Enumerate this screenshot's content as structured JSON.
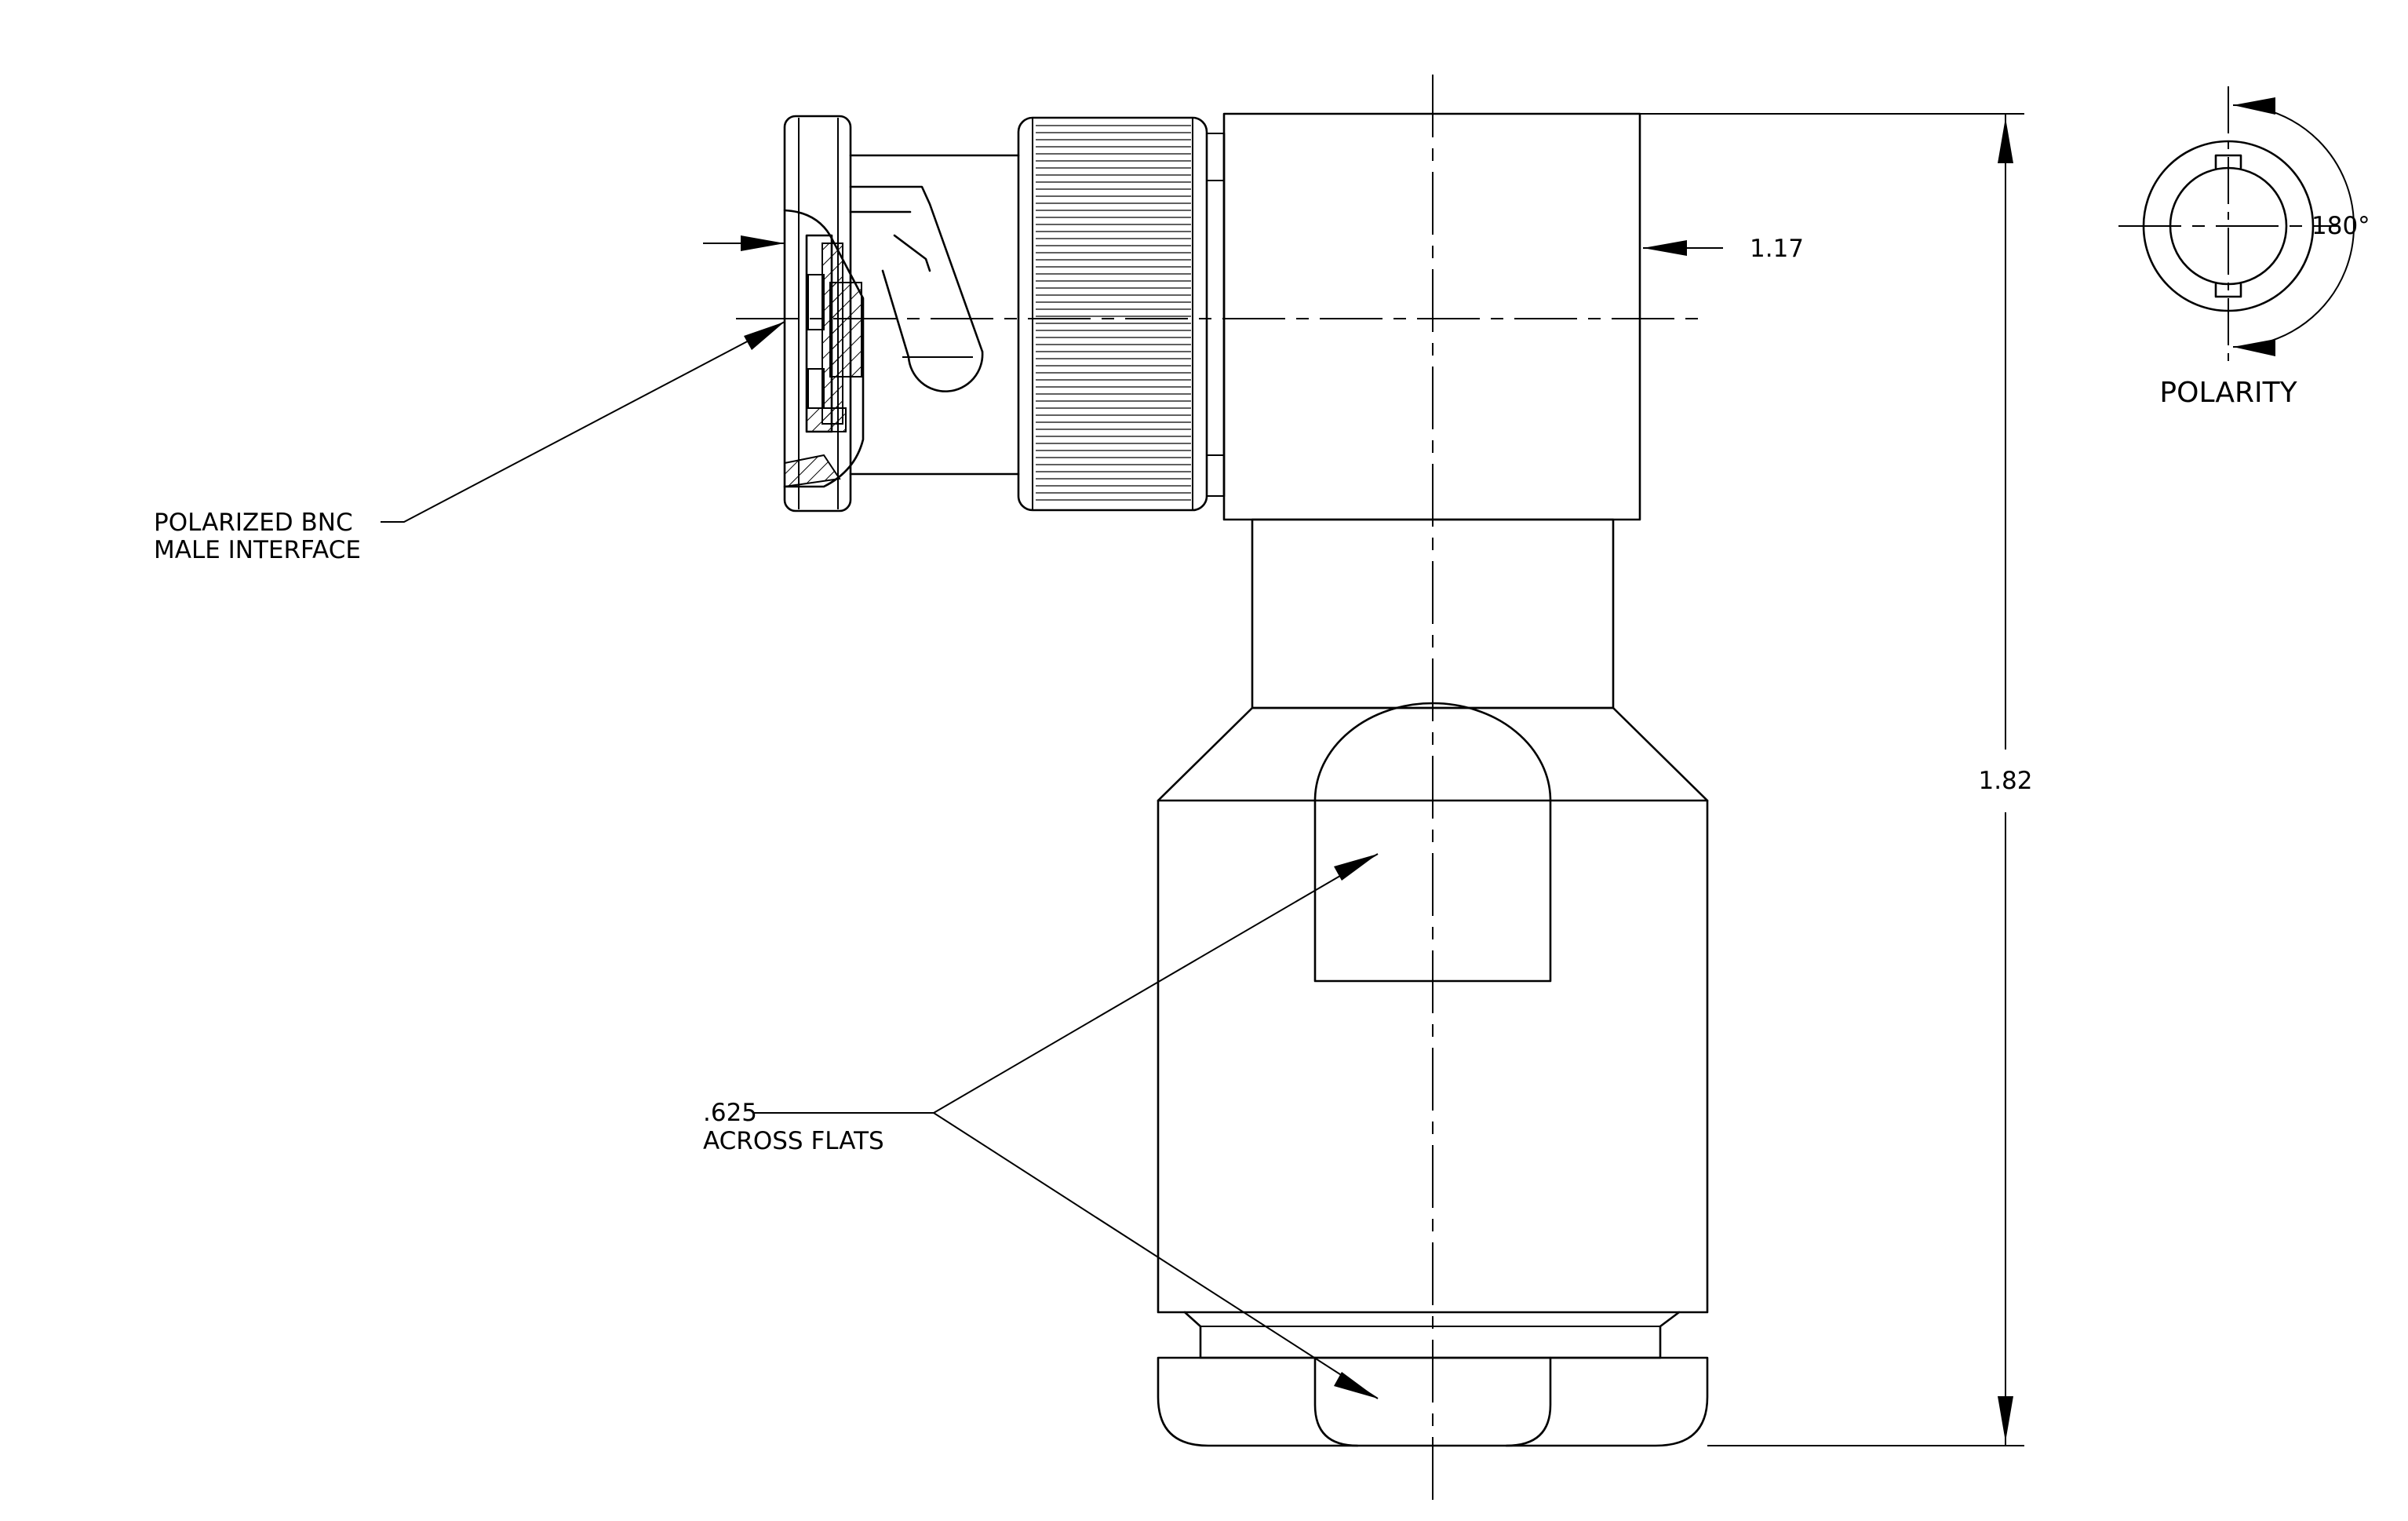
{
  "labels": {
    "interface_line1": "POLARIZED BNC",
    "interface_line2": "MALE INTERFACE",
    "flats_line1": ".625",
    "flats_line2": "ACROSS FLATS",
    "dim_width": "1.17",
    "dim_height": "1.82",
    "polarity_angle": "180°",
    "polarity_title": "POLARITY"
  },
  "colors": {
    "ink": "#000000",
    "paper": "#ffffff"
  }
}
